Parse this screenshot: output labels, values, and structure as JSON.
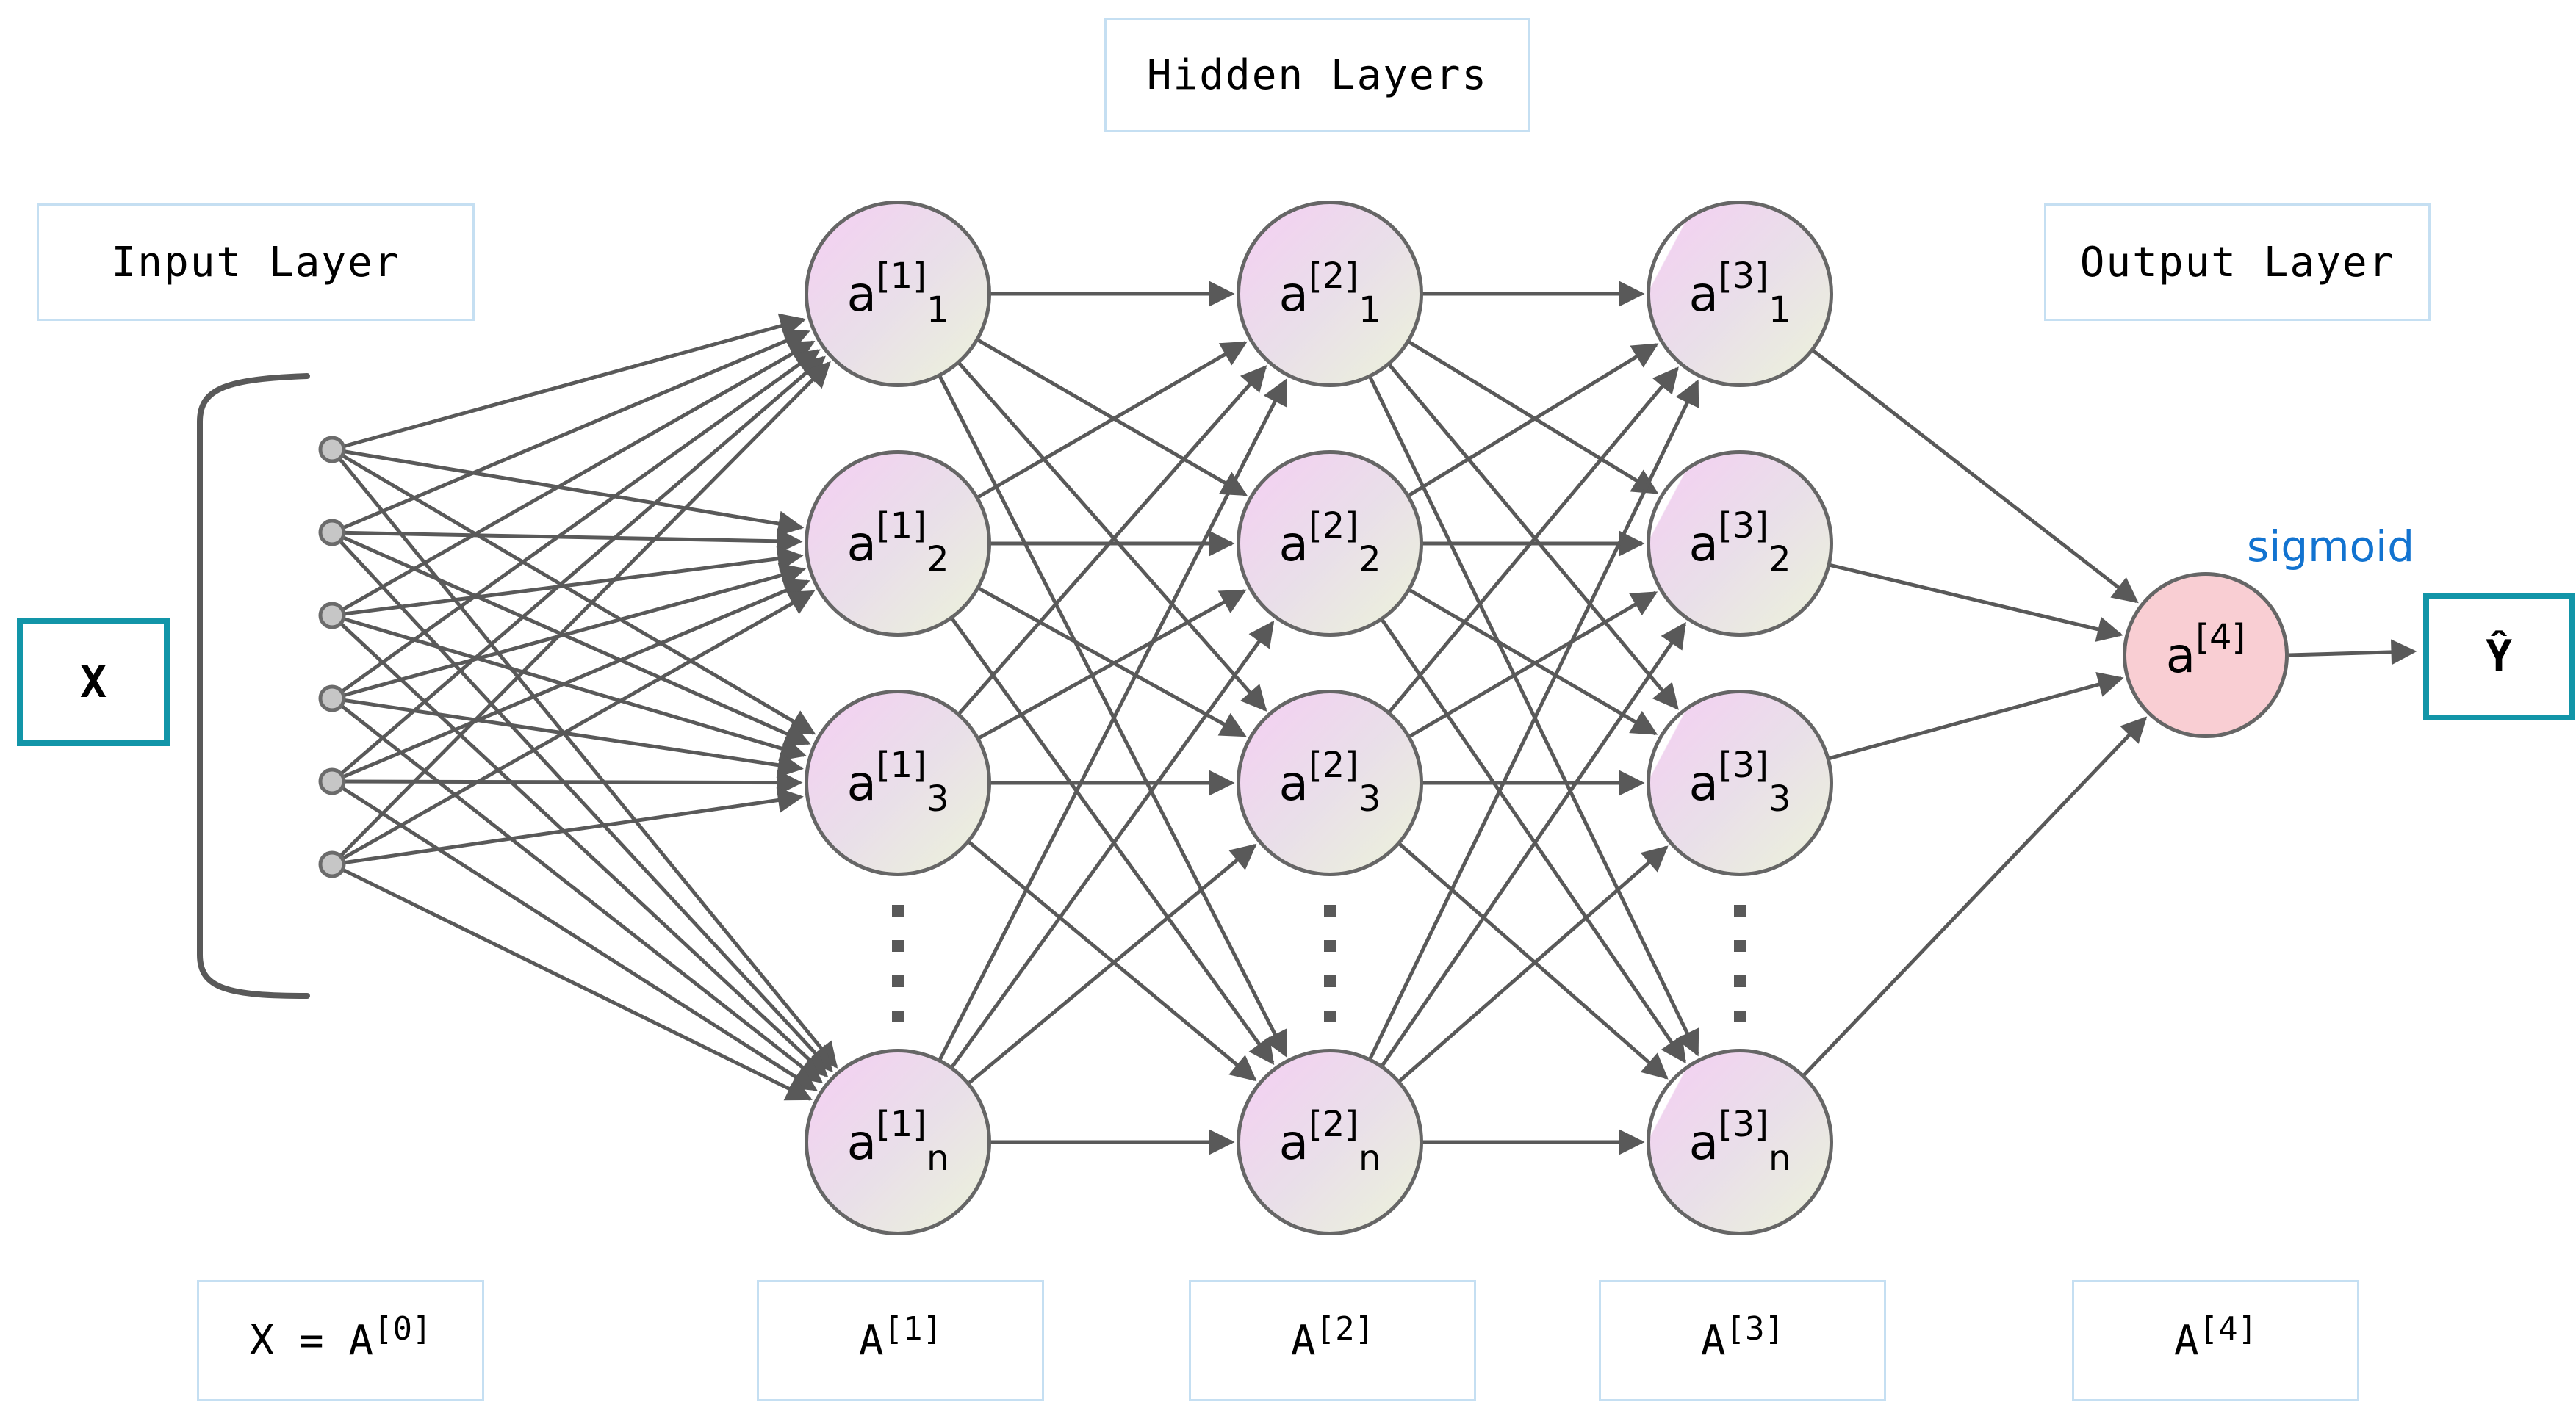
{
  "title_boxes": {
    "input": "Input Layer",
    "hidden": "Hidden Layers",
    "output": "Output Layer"
  },
  "input_box": {
    "label": "X"
  },
  "output_box": {
    "label": "Ŷ"
  },
  "activation_label": "sigmoid",
  "network": {
    "input_dot_count": 6,
    "hidden_layers": [
      {
        "name": "hidden-layer-1",
        "nodes": [
          {
            "base": "a",
            "sup": "[1]",
            "sub": "1"
          },
          {
            "base": "a",
            "sup": "[1]",
            "sub": "2"
          },
          {
            "base": "a",
            "sup": "[1]",
            "sub": "3"
          },
          {
            "base": "a",
            "sup": "[1]",
            "sub": "n"
          }
        ]
      },
      {
        "name": "hidden-layer-2",
        "nodes": [
          {
            "base": "a",
            "sup": "[2]",
            "sub": "1"
          },
          {
            "base": "a",
            "sup": "[2]",
            "sub": "2"
          },
          {
            "base": "a",
            "sup": "[2]",
            "sub": "3"
          },
          {
            "base": "a",
            "sup": "[2]",
            "sub": "n"
          }
        ]
      },
      {
        "name": "hidden-layer-3",
        "nodes": [
          {
            "base": "a",
            "sup": "[3]",
            "sub": "1"
          },
          {
            "base": "a",
            "sup": "[3]",
            "sub": "2"
          },
          {
            "base": "a",
            "sup": "[3]",
            "sub": "3"
          },
          {
            "base": "a",
            "sup": "[3]",
            "sub": "n"
          }
        ]
      }
    ],
    "output_node": {
      "base": "a",
      "sup": "[4]",
      "sub": ""
    }
  },
  "bottom_labels": [
    {
      "base": "X = A",
      "sup": "[0]"
    },
    {
      "base": "A",
      "sup": "[1]"
    },
    {
      "base": "A",
      "sup": "[2]"
    },
    {
      "base": "A",
      "sup": "[3]"
    },
    {
      "base": "A",
      "sup": "[4]"
    }
  ],
  "colors": {
    "teal_accent": "#1295a8",
    "label_box_border": "#c5dff2",
    "connection_gray": "#595959",
    "node_border": "#666666",
    "node_gradient_start": "#f5cef3",
    "node_gradient_end": "#ecf3da",
    "output_node_fill": "#f9ced3",
    "sigmoid_blue": "#1273d0",
    "input_dot_fill": "#c6c6c6"
  }
}
